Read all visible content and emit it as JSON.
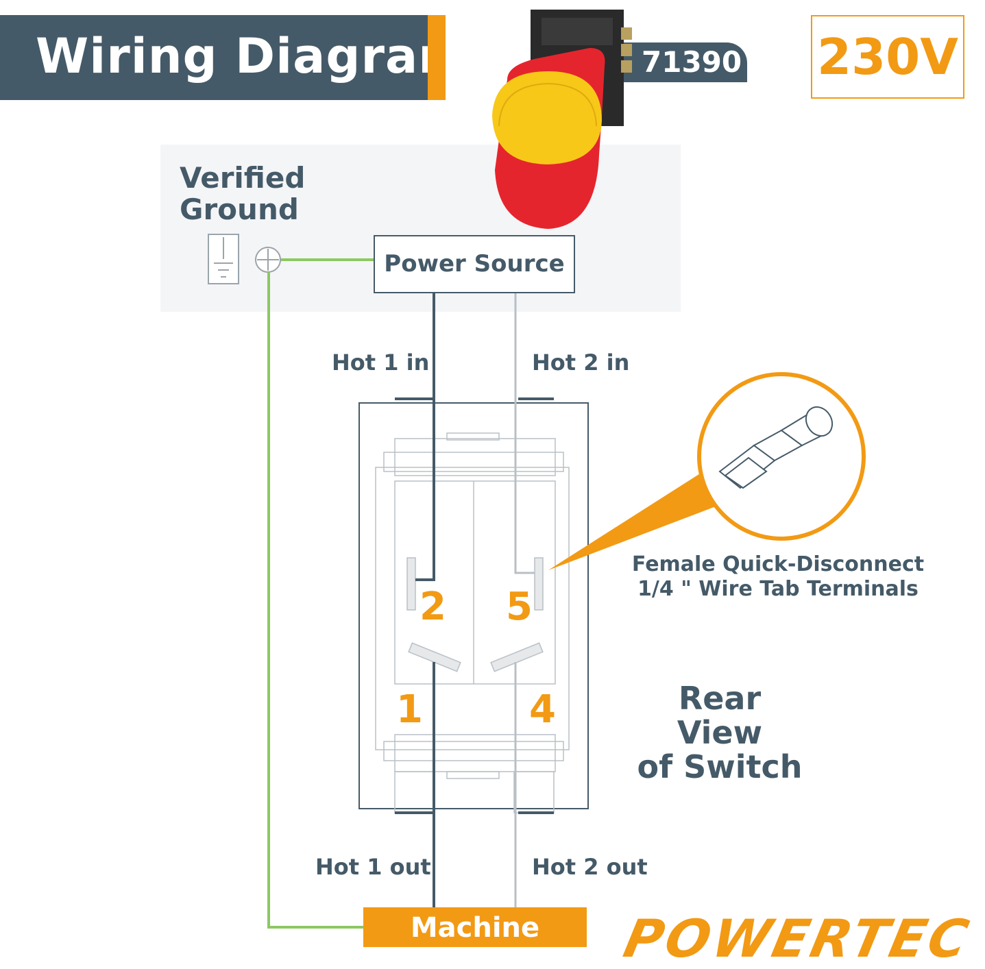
{
  "header": {
    "title": "Wiring Diagram",
    "model": "71390",
    "voltage": "230V"
  },
  "ground": {
    "line1": "Verified",
    "line2": "Ground"
  },
  "power_source": "Power Source",
  "wires": {
    "hot1_in": "Hot 1 in",
    "hot2_in": "Hot 2 in",
    "hot1_out": "Hot 1 out",
    "hot2_out": "Hot 2 out"
  },
  "terminals": {
    "t2": "2",
    "t5": "5",
    "t1": "1",
    "t4": "4"
  },
  "callout": {
    "line1": "Female Quick-Disconnect",
    "line2": "1/4 \" Wire  Tab Terminals"
  },
  "rear_view": {
    "line1": "Rear View",
    "line2": "of Switch"
  },
  "machine": "Machine",
  "brand": "POWERTEC",
  "colors": {
    "slate": "#455a68",
    "orange": "#f29a14",
    "ground_wire": "#8cc862",
    "panel": "#f4f5f7",
    "switch_red": "#e5252d",
    "switch_yellow": "#f7c817"
  }
}
